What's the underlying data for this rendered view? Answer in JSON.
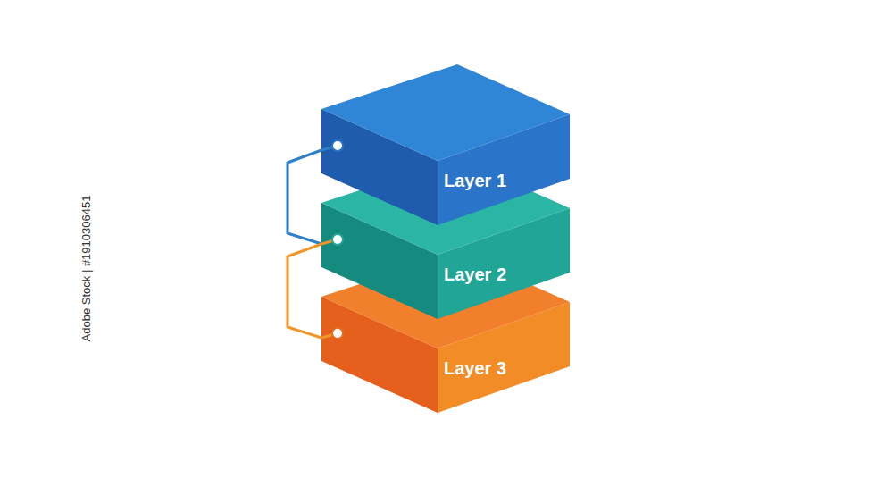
{
  "diagram": {
    "nodes": [
      {
        "text": [
          "Layer 1"
        ]
      },
      {
        "text": [
          "Layer 2"
        ]
      },
      {
        "text": [
          "Layer 3"
        ]
      }
    ],
    "edges": [
      {
        "from": 0,
        "to": 1,
        "arrow": "none"
      },
      {
        "from": 1,
        "to": 2,
        "arrow": "none"
      }
    ],
    "labels": [
      "Adobe Stock | #1910306451"
    ]
  }
}
